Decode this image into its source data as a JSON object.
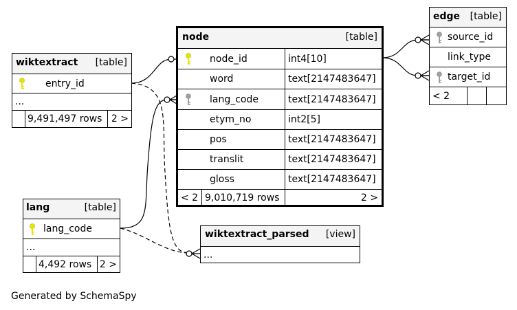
{
  "tables": {
    "node": {
      "name": "node",
      "kind": "[table]",
      "columns": [
        {
          "name": "node_id",
          "type": "int4[10]"
        },
        {
          "name": "word",
          "type": "text[2147483647]"
        },
        {
          "name": "lang_code",
          "type": "text[2147483647]"
        },
        {
          "name": "etym_no",
          "type": "int2[5]"
        },
        {
          "name": "pos",
          "type": "text[2147483647]"
        },
        {
          "name": "translit",
          "type": "text[2147483647]"
        },
        {
          "name": "gloss",
          "type": "text[2147483647]"
        }
      ],
      "footer": {
        "parents": "< 2",
        "rows": "9,010,719 rows",
        "children": "2 >"
      }
    },
    "edge": {
      "name": "edge",
      "kind": "[table]",
      "columns": [
        {
          "name": "source_id"
        },
        {
          "name": "link_type"
        },
        {
          "name": "target_id"
        }
      ],
      "footer": {
        "parents": "< 2"
      }
    },
    "wiktextract": {
      "name": "wiktextract",
      "kind": "[table]",
      "columns": [
        {
          "name": "entry_id"
        }
      ],
      "ellipsis": "...",
      "footer": {
        "rows": "9,491,497 rows",
        "children": "2 >"
      }
    },
    "lang": {
      "name": "lang",
      "kind": "[table]",
      "columns": [
        {
          "name": "lang_code"
        }
      ],
      "ellipsis": "...",
      "footer": {
        "rows": "4,492 rows",
        "children": "2 >"
      }
    },
    "wiktextract_parsed": {
      "name": "wiktextract_parsed",
      "kind": "[view]",
      "ellipsis": "..."
    }
  },
  "colors": {
    "primary_key": "#e6e600",
    "foreign_key": "#a0a0a0",
    "header_bg": "#f4f4f4"
  },
  "footer_text": "Generated by SchemaSpy"
}
